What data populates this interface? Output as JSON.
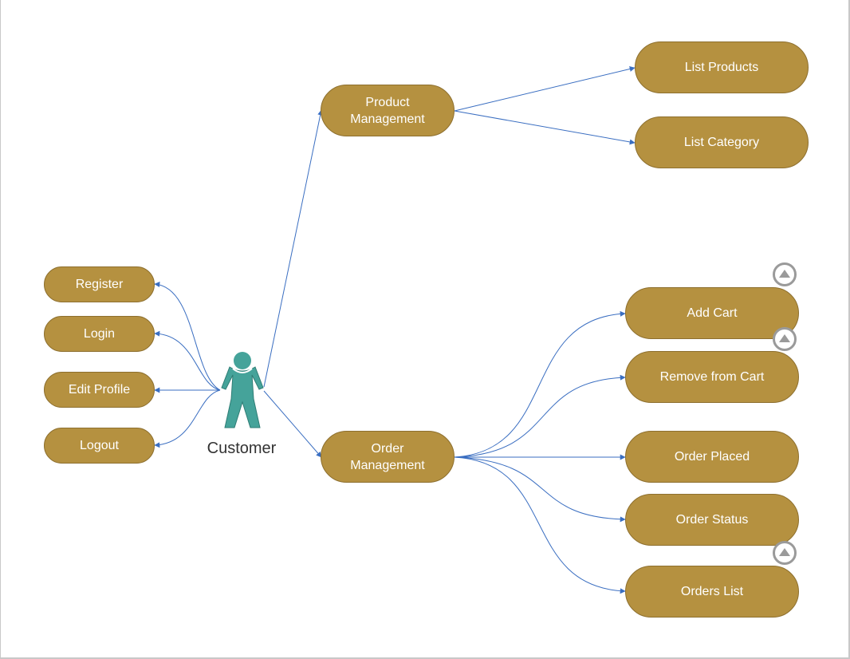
{
  "actor": {
    "label": "Customer",
    "icon": "person-icon",
    "color": "#45a39a"
  },
  "colors": {
    "node_fill": "#b59140",
    "node_border": "#8d6f2e",
    "node_text": "#ffffff",
    "edge": "#3a6ec1",
    "toggle": "#9a9a9a"
  },
  "nodes": {
    "register": "Register",
    "login": "Login",
    "edit_profile": "Edit Profile",
    "logout": "Logout",
    "product_management": [
      "Product",
      "Management"
    ],
    "order_management": [
      "Order",
      "Management"
    ],
    "list_products": "List Products",
    "list_category": "List Category",
    "add_cart": "Add Cart",
    "remove_from_cart": "Remove from Cart",
    "order_placed": "Order Placed",
    "order_status": "Order Status",
    "orders_list": "Orders List"
  },
  "collapse_icon": "collapse-triangle-icon"
}
